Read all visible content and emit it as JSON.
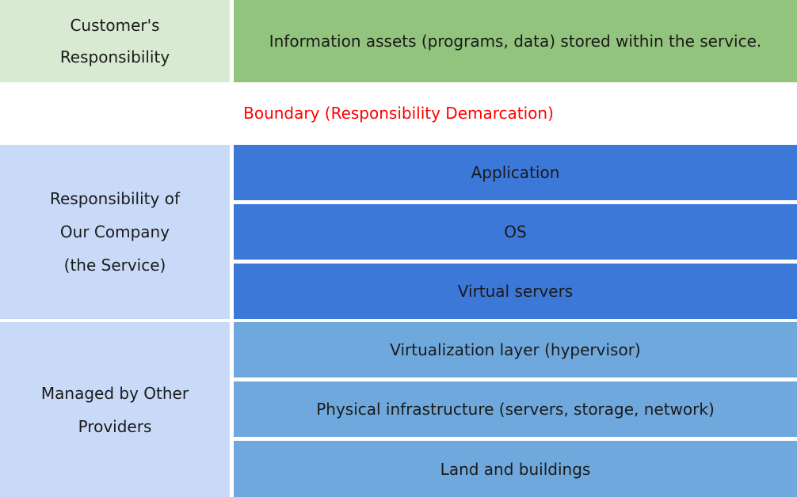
{
  "customer": {
    "label": "Customer's\nResponsibility",
    "assets": "Information assets (programs, data) stored within the service."
  },
  "boundary": {
    "label": "Boundary (Responsibility Demarcation)"
  },
  "company": {
    "label": "Responsibility of\nOur Company\n(the Service)",
    "layers": [
      "Application",
      "OS",
      "Virtual servers"
    ]
  },
  "providers": {
    "label": "Managed by Other\nProviders",
    "layers": [
      "Virtualization layer (hypervisor)",
      "Physical infrastructure (servers, storage, network)",
      "Land and buildings"
    ]
  },
  "colors": {
    "customer_label_bg": "#d9ead3",
    "customer_assets_bg": "#93c47d",
    "boundary_text": "#ff0000",
    "side_label_bg": "#c9daf8",
    "company_layer_bg": "#3c78d8",
    "provider_layer_bg": "#6fa8dc"
  }
}
